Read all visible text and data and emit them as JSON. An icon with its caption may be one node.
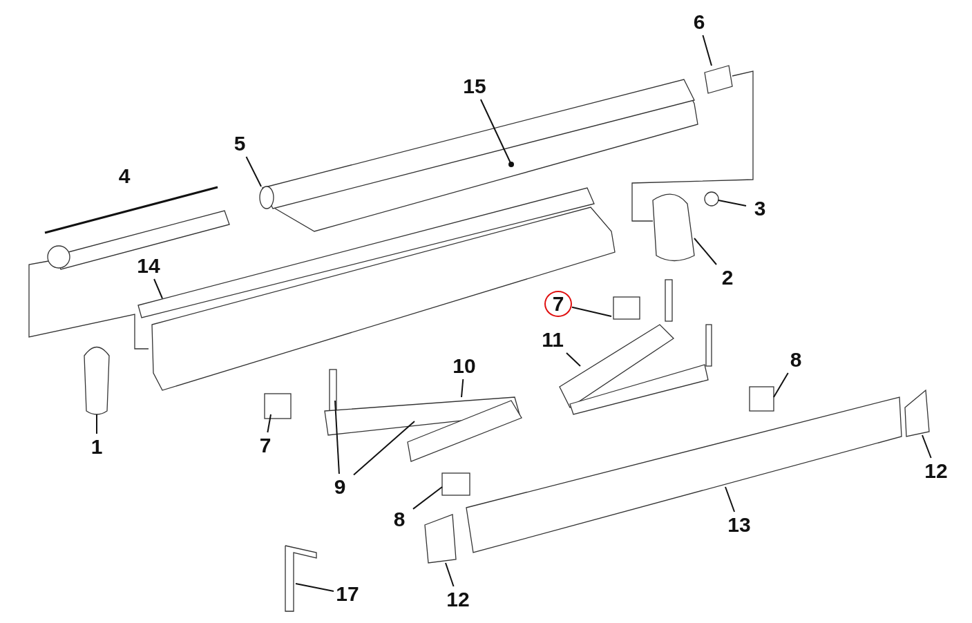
{
  "diagram": {
    "nodes": [
      {
        "text": [
          "6"
        ]
      },
      {
        "text": [
          "15"
        ]
      },
      {
        "text": [
          "5"
        ]
      },
      {
        "text": [
          "3"
        ]
      },
      {
        "text": [
          "14"
        ]
      },
      {
        "text": [
          "2"
        ]
      },
      {
        "text": [
          "7"
        ]
      },
      {
        "text": [
          "11"
        ]
      },
      {
        "text": [
          "10"
        ]
      },
      {
        "text": [
          "8"
        ]
      },
      {
        "text": [
          "1"
        ]
      },
      {
        "text": [
          "7"
        ]
      },
      {
        "text": [
          "9"
        ]
      },
      {
        "text": [
          "12"
        ]
      },
      {
        "text": [
          "8"
        ]
      },
      {
        "text": [
          "13"
        ]
      },
      {
        "text": [
          "12"
        ]
      },
      {
        "text": [
          "17"
        ]
      }
    ],
    "edges": [
      {
        "from": 0,
        "to": null,
        "arrow": "none"
      },
      {
        "from": 1,
        "to": null,
        "arrow": "other"
      },
      {
        "from": 2,
        "to": null,
        "arrow": "none"
      },
      {
        "from": 3,
        "to": null,
        "arrow": "none"
      },
      {
        "from": 4,
        "to": null,
        "arrow": "none"
      },
      {
        "from": 5,
        "to": null,
        "arrow": "none"
      },
      {
        "from": 6,
        "to": null,
        "arrow": "none"
      },
      {
        "from": 7,
        "to": null,
        "arrow": "none"
      },
      {
        "from": 8,
        "to": null,
        "arrow": "none"
      },
      {
        "from": 9,
        "to": null,
        "arrow": "none"
      },
      {
        "from": 10,
        "to": null,
        "arrow": "none"
      },
      {
        "from": 11,
        "to": null,
        "arrow": "none"
      },
      {
        "from": 12,
        "to": null,
        "arrow": "none"
      },
      {
        "from": 12,
        "to": null,
        "arrow": "none"
      },
      {
        "from": 13,
        "to": null,
        "arrow": "none"
      },
      {
        "from": 14,
        "to": null,
        "arrow": "none"
      },
      {
        "from": 15,
        "to": null,
        "arrow": "none"
      },
      {
        "from": 16,
        "to": null,
        "arrow": "none"
      },
      {
        "from": 17,
        "to": null,
        "arrow": "none"
      }
    ],
    "labels": [
      "4"
    ]
  }
}
